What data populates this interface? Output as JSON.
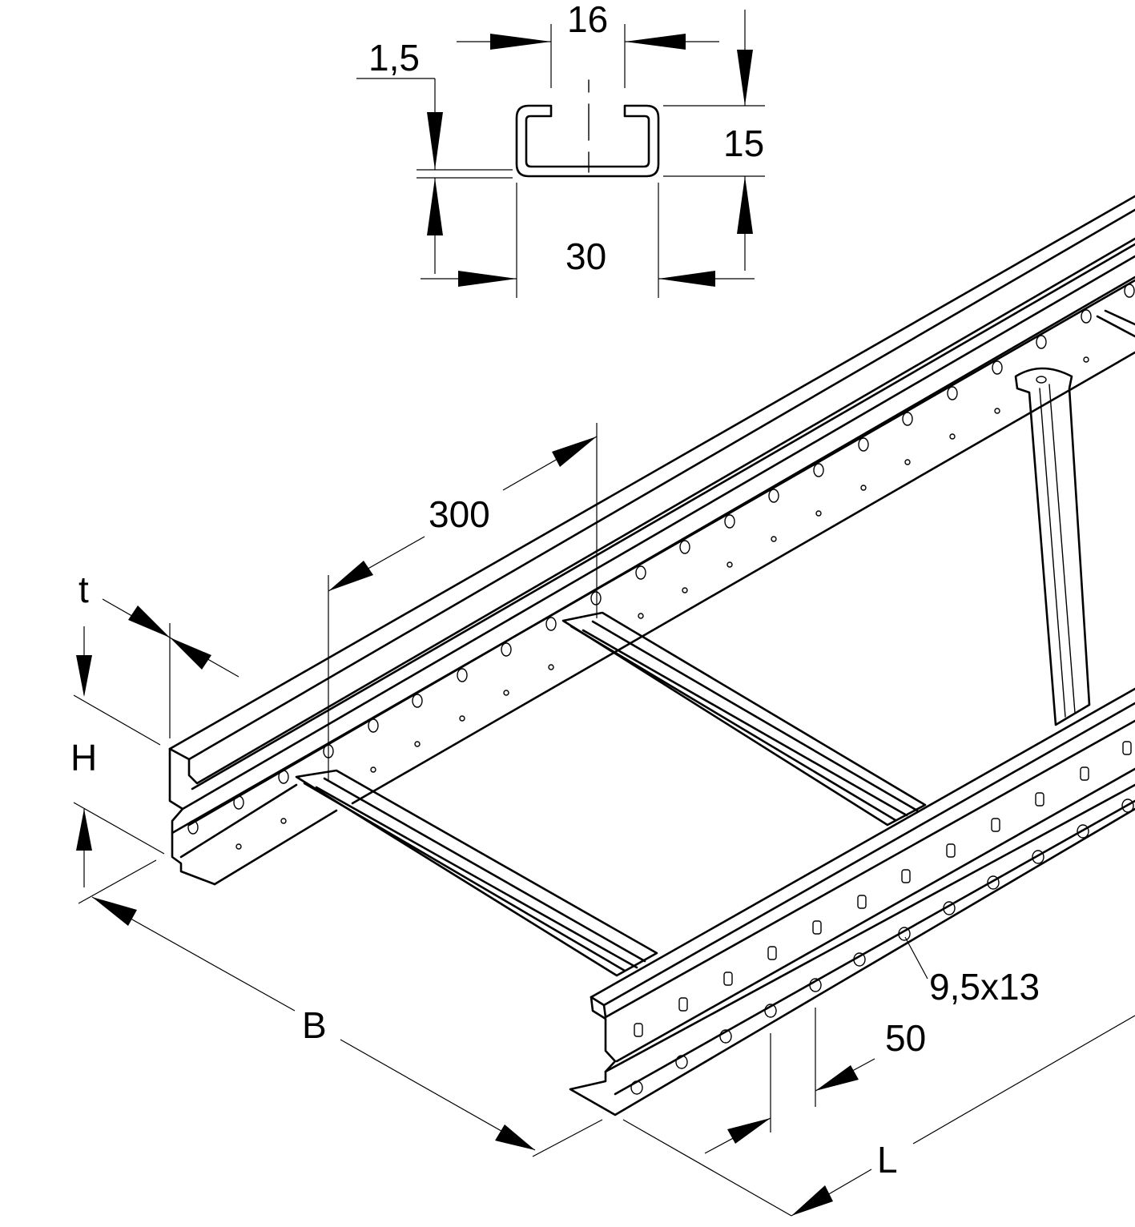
{
  "profile_dimensions": {
    "top_opening": "16",
    "wall_thickness": "1,5",
    "profile_height": "15",
    "profile_width": "30"
  },
  "ladder_dimensions": {
    "rung_spacing": "300",
    "thickness_label": "t",
    "height_label": "H",
    "width_label": "B",
    "length_label": "L",
    "slot_size": "9,5x13",
    "slot_pitch": "50"
  }
}
